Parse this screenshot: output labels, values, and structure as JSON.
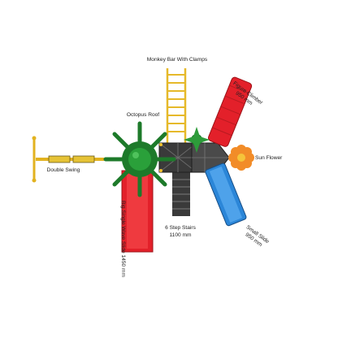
{
  "labels": {
    "monkey_bar": "Monkey Bar With Clamps",
    "figure_climber": "Figure Climber",
    "figure_climber_size": "950 mm",
    "octopus_roof": "Octopus Roof",
    "sun_flower": "Sun Flower",
    "double_swing": "Double Swing",
    "big_slide": "Big Single Wave Slide 1450 mm",
    "stairs": "6 Step Stairs",
    "stairs_size": "1100 mm",
    "small_slide": "Small Slide",
    "small_slide_size": "950 mm"
  },
  "colors": {
    "slide_red": "#e3202a",
    "slide_blue": "#2b86d8",
    "roof_green": "#1d7a2a",
    "platform_dark": "#3a3a3a",
    "frame_yellow": "#f2c12e",
    "flower_orange": "#f28c28"
  }
}
